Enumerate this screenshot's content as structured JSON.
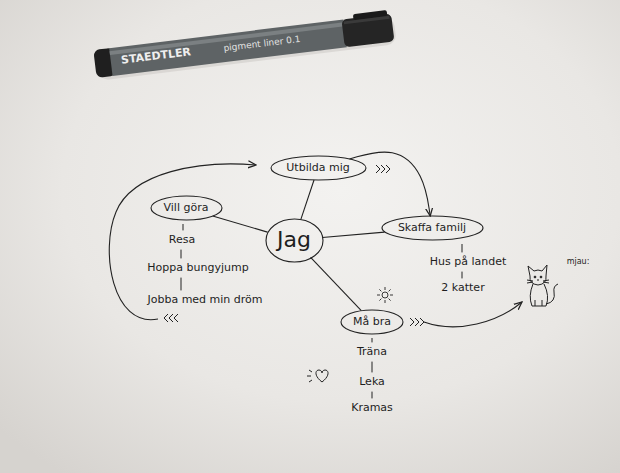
{
  "diagram": {
    "nodes": [
      {
        "text": [
          "Utbilda mig"
        ]
      },
      {
        "text": [
          "Vill göra"
        ]
      },
      {
        "text": [
          "Jag"
        ]
      },
      {
        "text": [
          "Skaffa familj"
        ]
      },
      {
        "text": [
          "Må bra"
        ]
      }
    ],
    "edges": [
      {
        "from": 2,
        "to": 0,
        "arrow": "none"
      },
      {
        "from": 2,
        "to": 1,
        "arrow": "none"
      },
      {
        "from": 2,
        "to": 3,
        "arrow": "none"
      },
      {
        "from": 2,
        "to": 4,
        "arrow": "none"
      },
      {
        "from": 0,
        "to": 3,
        "arrow": "to"
      }
    ],
    "labels": [
      "STAEDTLER",
      "pigment liner 0.1",
      "Resa",
      "Hoppa bungyjump",
      "Jobba med min dröm",
      "Hus på landet",
      "2 katter",
      "mjau:",
      "Träna",
      "Leka",
      "Kramas"
    ]
  }
}
